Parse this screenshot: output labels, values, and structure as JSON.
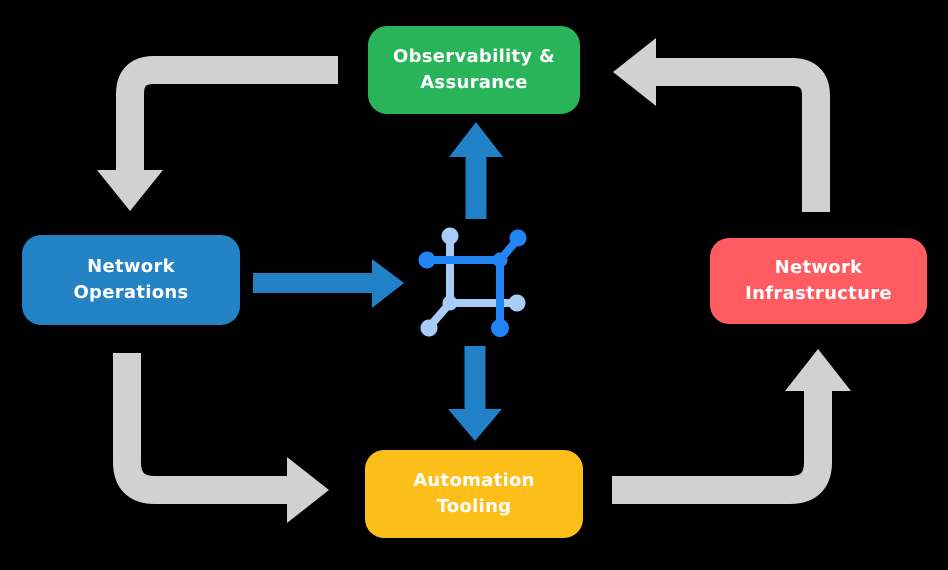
{
  "diagram": {
    "background_color": "#000000",
    "nodes": [
      {
        "id": "observability-assurance",
        "label": "Observability &\nAssurance",
        "color": "#2ab45a",
        "position": "top"
      },
      {
        "id": "network-operations",
        "label": "Network\nOperations",
        "color": "#2383c5",
        "position": "left"
      },
      {
        "id": "network-infrastructure",
        "label": "Network\nInfrastructure",
        "color": "#fe5c61",
        "position": "right"
      },
      {
        "id": "automation-tooling",
        "label": "Automation\nTooling",
        "color": "#fcbe18",
        "position": "bottom"
      }
    ],
    "center_icon": {
      "name": "network-fabric-icon",
      "dark_blue": "#2285f5",
      "light_blue": "#a9cbf7"
    },
    "arrows": {
      "gray_color": "#d1d1d1",
      "blue_color": "#2181c6",
      "outer_cycle": [
        {
          "from": "observability-assurance",
          "to": "network-operations"
        },
        {
          "from": "network-operations",
          "to": "automation-tooling"
        },
        {
          "from": "automation-tooling",
          "to": "network-infrastructure"
        },
        {
          "from": "network-infrastructure",
          "to": "observability-assurance"
        }
      ],
      "hub_links": [
        {
          "from": "network-operations",
          "to": "center-icon"
        },
        {
          "from": "center-icon",
          "to": "observability-assurance"
        },
        {
          "from": "center-icon",
          "to": "automation-tooling"
        }
      ]
    }
  }
}
